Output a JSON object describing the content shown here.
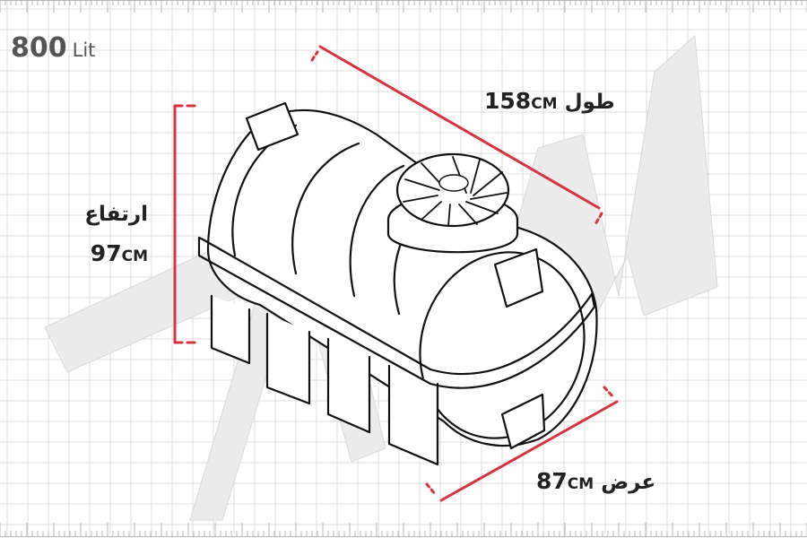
{
  "capacity": {
    "value": "800",
    "unit": "Lit"
  },
  "dimensions": {
    "length": {
      "value": "158",
      "unit": "CM",
      "label": "طول"
    },
    "width": {
      "value": "87",
      "unit": "CM",
      "label": "عرض"
    },
    "height": {
      "value": "97",
      "unit": "CM",
      "label": "ارتفاع"
    }
  },
  "colors": {
    "dimension_line": "#d9333f",
    "grid": "#dcdcdc",
    "watermark": "#e9e9e9",
    "text": "#222222"
  },
  "icons": [
    "tank-drawing",
    "watermark-logo"
  ]
}
